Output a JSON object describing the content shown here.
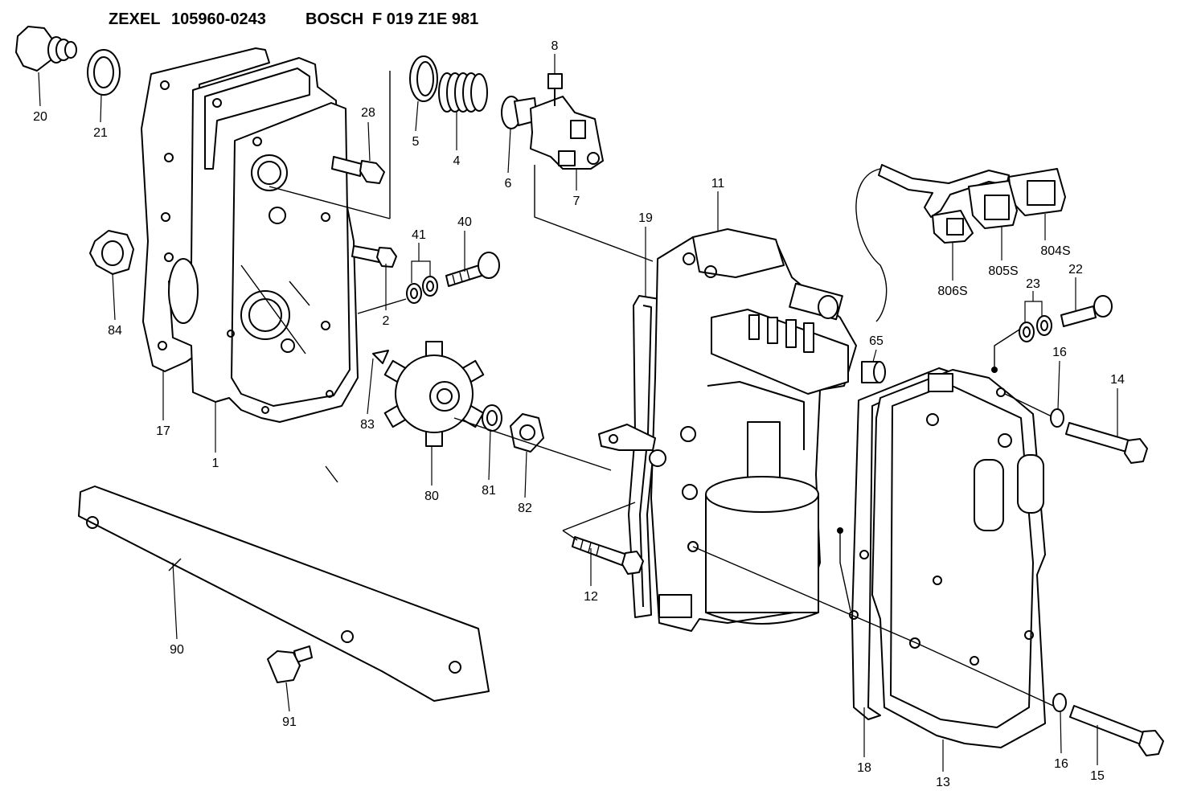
{
  "header": {
    "maker": "ZEXEL",
    "zexel_no": "105960-0243",
    "brand": "BOSCH",
    "bosch_no": "F 019 Z1E 981"
  },
  "callouts": [
    "20",
    "21",
    "28",
    "5",
    "4",
    "8",
    "6",
    "7",
    "11",
    "19",
    "41",
    "40",
    "2",
    "84",
    "17",
    "1",
    "83",
    "80",
    "81",
    "82",
    "90",
    "91",
    "12",
    "804S",
    "805S",
    "806S",
    "23",
    "22",
    "65",
    "16",
    "14",
    "18",
    "13",
    "16",
    "15"
  ],
  "colors": {
    "line": "#000000",
    "background": "#ffffff"
  }
}
